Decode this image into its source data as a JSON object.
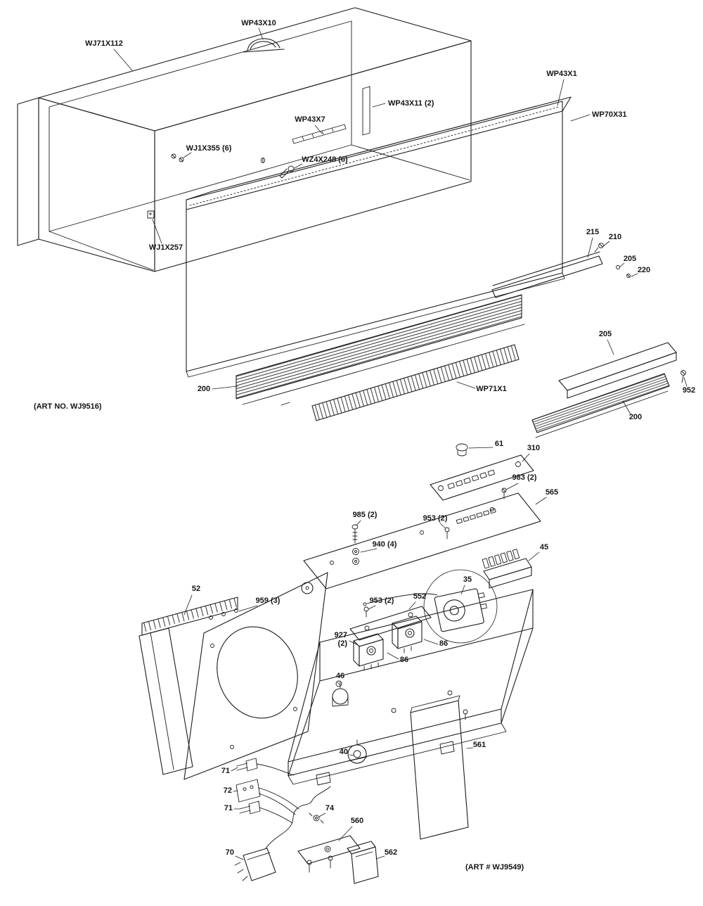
{
  "figure": {
    "background": "#ffffff",
    "ink": "#1c1c1c",
    "art_no_top": "(ART NO. WJ9516)",
    "art_no_bottom": "(ART # WJ9549)"
  },
  "labels": {
    "wj71x112": "WJ71X112",
    "wp43x10": "WP43X10",
    "wp43x11": "WP43X11 (2)",
    "wp43x7": "WP43X7",
    "wp43x1": "WP43X1",
    "wp70x31": "WP70X31",
    "wj1x355": "WJ1X355 (6)",
    "wz4x248": "WZ4X248 (6)",
    "wj1x257": "WJ1X257",
    "n215": "215",
    "n210": "210",
    "n205a": "205",
    "n220": "220",
    "n205b": "205",
    "n200a": "200",
    "wp71x1": "WP71X1",
    "n952": "952",
    "n200b": "200",
    "n61": "61",
    "n310": "310",
    "n983": "983 (2)",
    "n565": "565",
    "n985": "985 (2)",
    "n953a": "953 (2)",
    "n940": "940 (4)",
    "n45": "45",
    "n35": "35",
    "n52": "52",
    "n959": "959 (3)",
    "n953b": "953 (2)",
    "n552": "552",
    "n927_line1": "927",
    "n927_line2": "(2)",
    "n86a": "86",
    "n86b": "86",
    "n46": "46",
    "n40": "40",
    "n71a": "71",
    "n72": "72",
    "n71b": "71",
    "n74": "74",
    "n560": "560",
    "n70": "70",
    "n562": "562",
    "n561": "561"
  }
}
